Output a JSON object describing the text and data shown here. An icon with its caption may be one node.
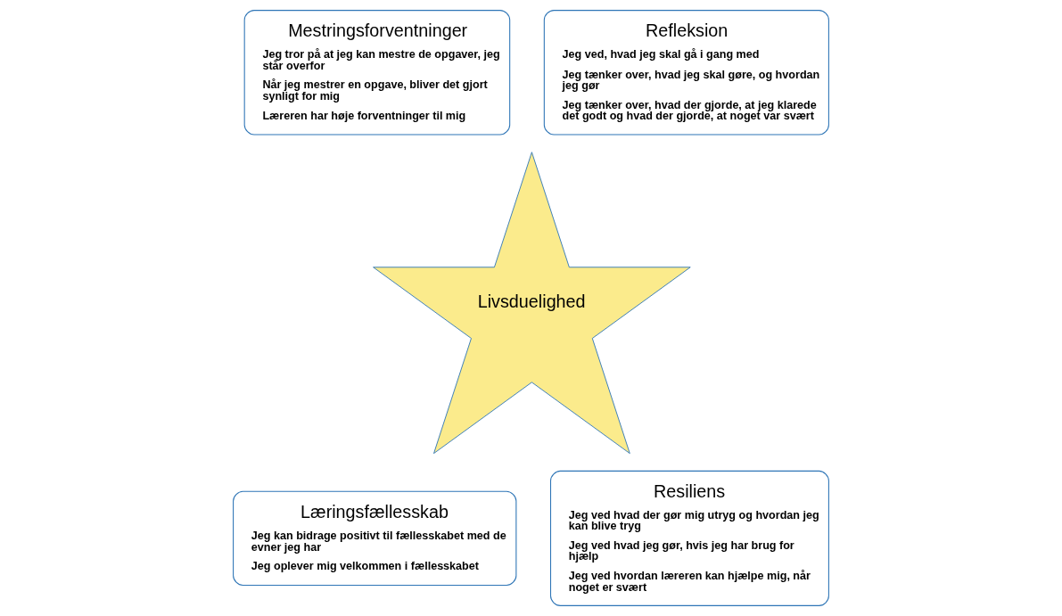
{
  "diagram": {
    "nodes": [
      {
        "text": [
          "Mestringsforventninger",
          "Jeg tror på at jeg kan mestre de opgaver, jeg står overfor",
          "Når jeg mestrer en opgave, bliver det gjort synligt for mig",
          "Læreren har høje forventninger til mig"
        ]
      },
      {
        "text": [
          "Refleksion",
          "Jeg ved, hvad jeg skal gå i gang med",
          "Jeg tænker over, hvad jeg skal gøre, og hvordan jeg gør",
          "Jeg tænker over, hvad der gjorde, at jeg klarede det godt og hvad der gjorde, at noget var svært"
        ]
      },
      {
        "text": [
          "Livsduelighed"
        ]
      },
      {
        "text": [
          "Læringsfællesskab",
          "Jeg kan bidrage positivt til fællesskabet med de evner jeg har",
          "Jeg oplever mig velkommen i fællesskabet"
        ]
      },
      {
        "text": [
          "Resiliens",
          "Jeg ved hvad der gør mig utryg og hvordan jeg kan blive tryg",
          "Jeg ved hvad jeg gør, hvis jeg har brug for hjælp",
          "Jeg ved hvordan læreren kan hjælpe mig, når noget er svært"
        ]
      }
    ],
    "edges": []
  }
}
